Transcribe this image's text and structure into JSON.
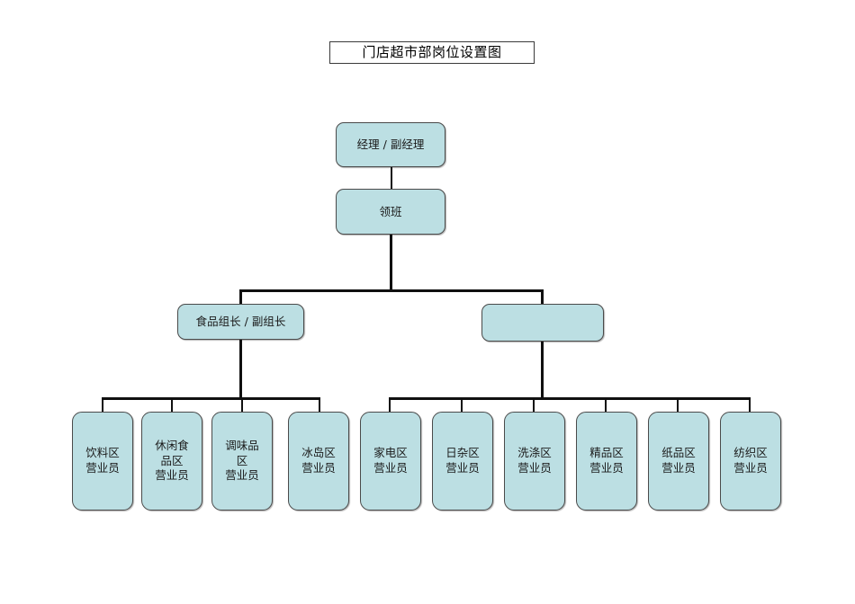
{
  "document": {
    "title": "门店超市部岗位设置图",
    "type": "organization-chart",
    "background_color": "#ffffff"
  },
  "style": {
    "node_fill": "#bcdfe3",
    "node_border": "#4a4a4a",
    "connector_color": "#101010",
    "title_border": "#3a3a3a"
  },
  "chart_data": {
    "type": "org-chart",
    "title": "门店超市部岗位设置图",
    "levels": 4,
    "nodes": {
      "manager": {
        "label": "经理 / 副经理",
        "level": 1
      },
      "supervisor": {
        "label": "领班",
        "level": 2
      },
      "food_leader": {
        "label": "食品组长 / 副组长",
        "level": 3
      },
      "other_leader": {
        "label": "",
        "level": 3
      }
    },
    "food_group": [
      {
        "label": "饮料区\n营业员"
      },
      {
        "label": "休闲食\n品区\n营业员"
      },
      {
        "label": "调味品\n区\n营业员"
      },
      {
        "label": "冰岛区\n营业员"
      }
    ],
    "other_group": [
      {
        "label": "家电区\n营业员"
      },
      {
        "label": "日杂区\n营业员"
      },
      {
        "label": "洗涤区\n营业员"
      },
      {
        "label": "精品区\n营业员"
      },
      {
        "label": "纸品区\n营业员"
      },
      {
        "label": "纺织区\n营业员"
      }
    ]
  }
}
